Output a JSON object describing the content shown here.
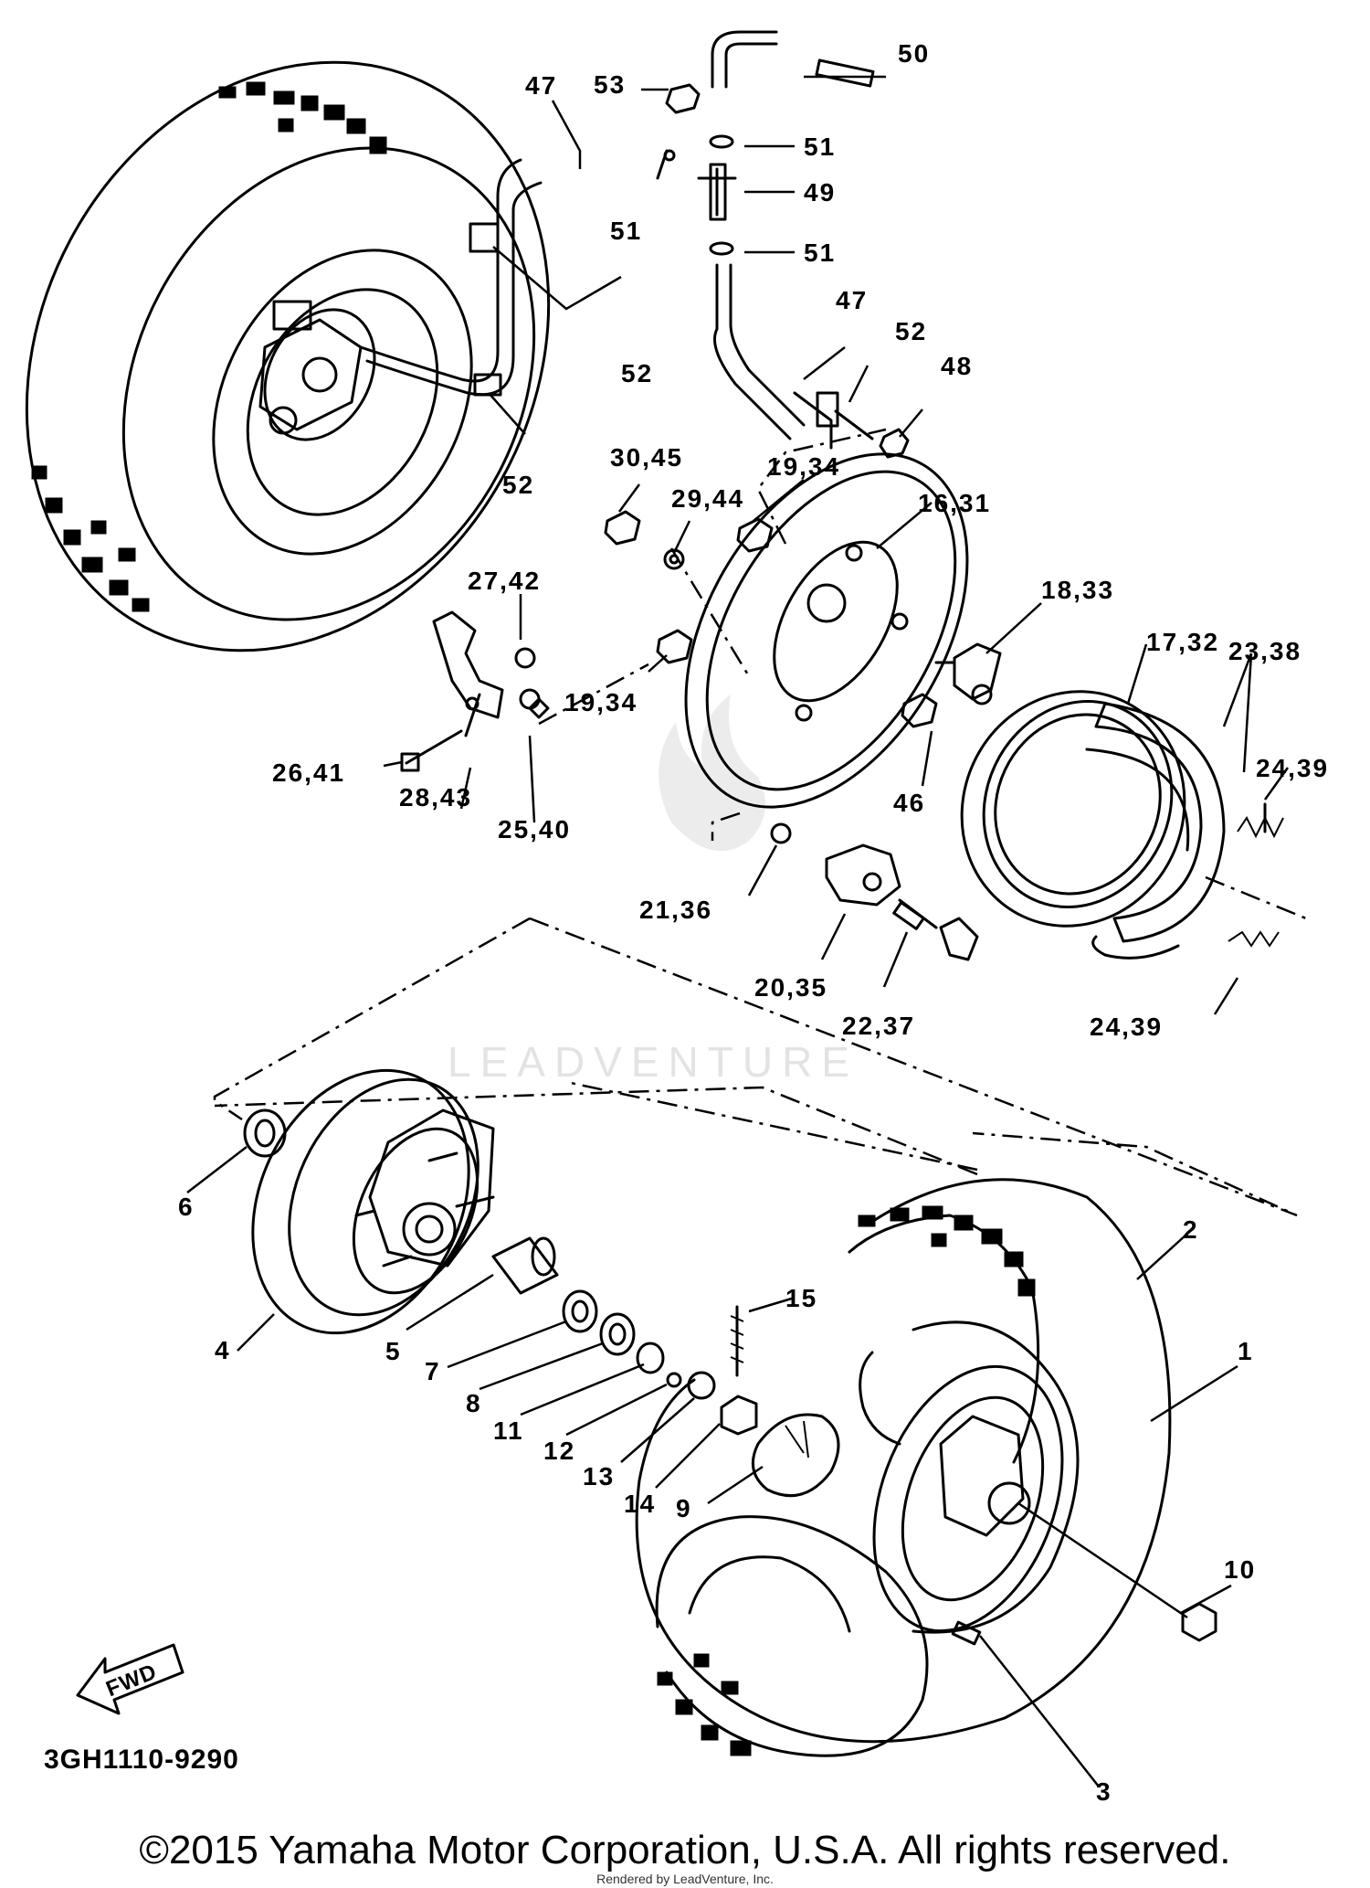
{
  "callouts": [
    {
      "id": "c50",
      "text": "50"
    },
    {
      "id": "c53",
      "text": "53"
    },
    {
      "id": "c47a",
      "text": "47"
    },
    {
      "id": "c51a",
      "text": "51"
    },
    {
      "id": "c51b",
      "text": "51"
    },
    {
      "id": "c49",
      "text": "49"
    },
    {
      "id": "c51c",
      "text": "51"
    },
    {
      "id": "c47b",
      "text": "47"
    },
    {
      "id": "c52a",
      "text": "52"
    },
    {
      "id": "c52b",
      "text": "52"
    },
    {
      "id": "c48",
      "text": "48"
    },
    {
      "id": "c52c",
      "text": "52"
    },
    {
      "id": "c3045",
      "text": "30,45"
    },
    {
      "id": "c1934a",
      "text": "19,34"
    },
    {
      "id": "c2944",
      "text": "29,44"
    },
    {
      "id": "c1631",
      "text": "16,31"
    },
    {
      "id": "c2742",
      "text": "27,42"
    },
    {
      "id": "c1833",
      "text": "18,33"
    },
    {
      "id": "c1732",
      "text": "17,32"
    },
    {
      "id": "c2338",
      "text": "23,38"
    },
    {
      "id": "c1934b",
      "text": "19,34"
    },
    {
      "id": "c2641",
      "text": "26,41"
    },
    {
      "id": "c2843",
      "text": "28,43"
    },
    {
      "id": "c2540",
      "text": "25,40"
    },
    {
      "id": "c46",
      "text": "46"
    },
    {
      "id": "c2439a",
      "text": "24,39"
    },
    {
      "id": "c2136",
      "text": "21,36"
    },
    {
      "id": "c2035",
      "text": "20,35"
    },
    {
      "id": "c2237",
      "text": "22,37"
    },
    {
      "id": "c2439b",
      "text": "24,39"
    },
    {
      "id": "c6",
      "text": "6"
    },
    {
      "id": "c2",
      "text": "2"
    },
    {
      "id": "c15",
      "text": "15"
    },
    {
      "id": "c1",
      "text": "1"
    },
    {
      "id": "c4",
      "text": "4"
    },
    {
      "id": "c5",
      "text": "5"
    },
    {
      "id": "c7",
      "text": "7"
    },
    {
      "id": "c8",
      "text": "8"
    },
    {
      "id": "c11",
      "text": "11"
    },
    {
      "id": "c12",
      "text": "12"
    },
    {
      "id": "c13",
      "text": "13"
    },
    {
      "id": "c14",
      "text": "14"
    },
    {
      "id": "c9",
      "text": "9"
    },
    {
      "id": "c10",
      "text": "10"
    },
    {
      "id": "c3",
      "text": "3"
    }
  ],
  "fwd_label": "FWD",
  "diagram_code": "3GH1110-9290",
  "watermark": "LEADVENTURE",
  "copyright": "©2015 Yamaha Motor Corporation, U.S.A. All rights reserved.",
  "rendered_by": "Rendered by LeadVenture, Inc."
}
